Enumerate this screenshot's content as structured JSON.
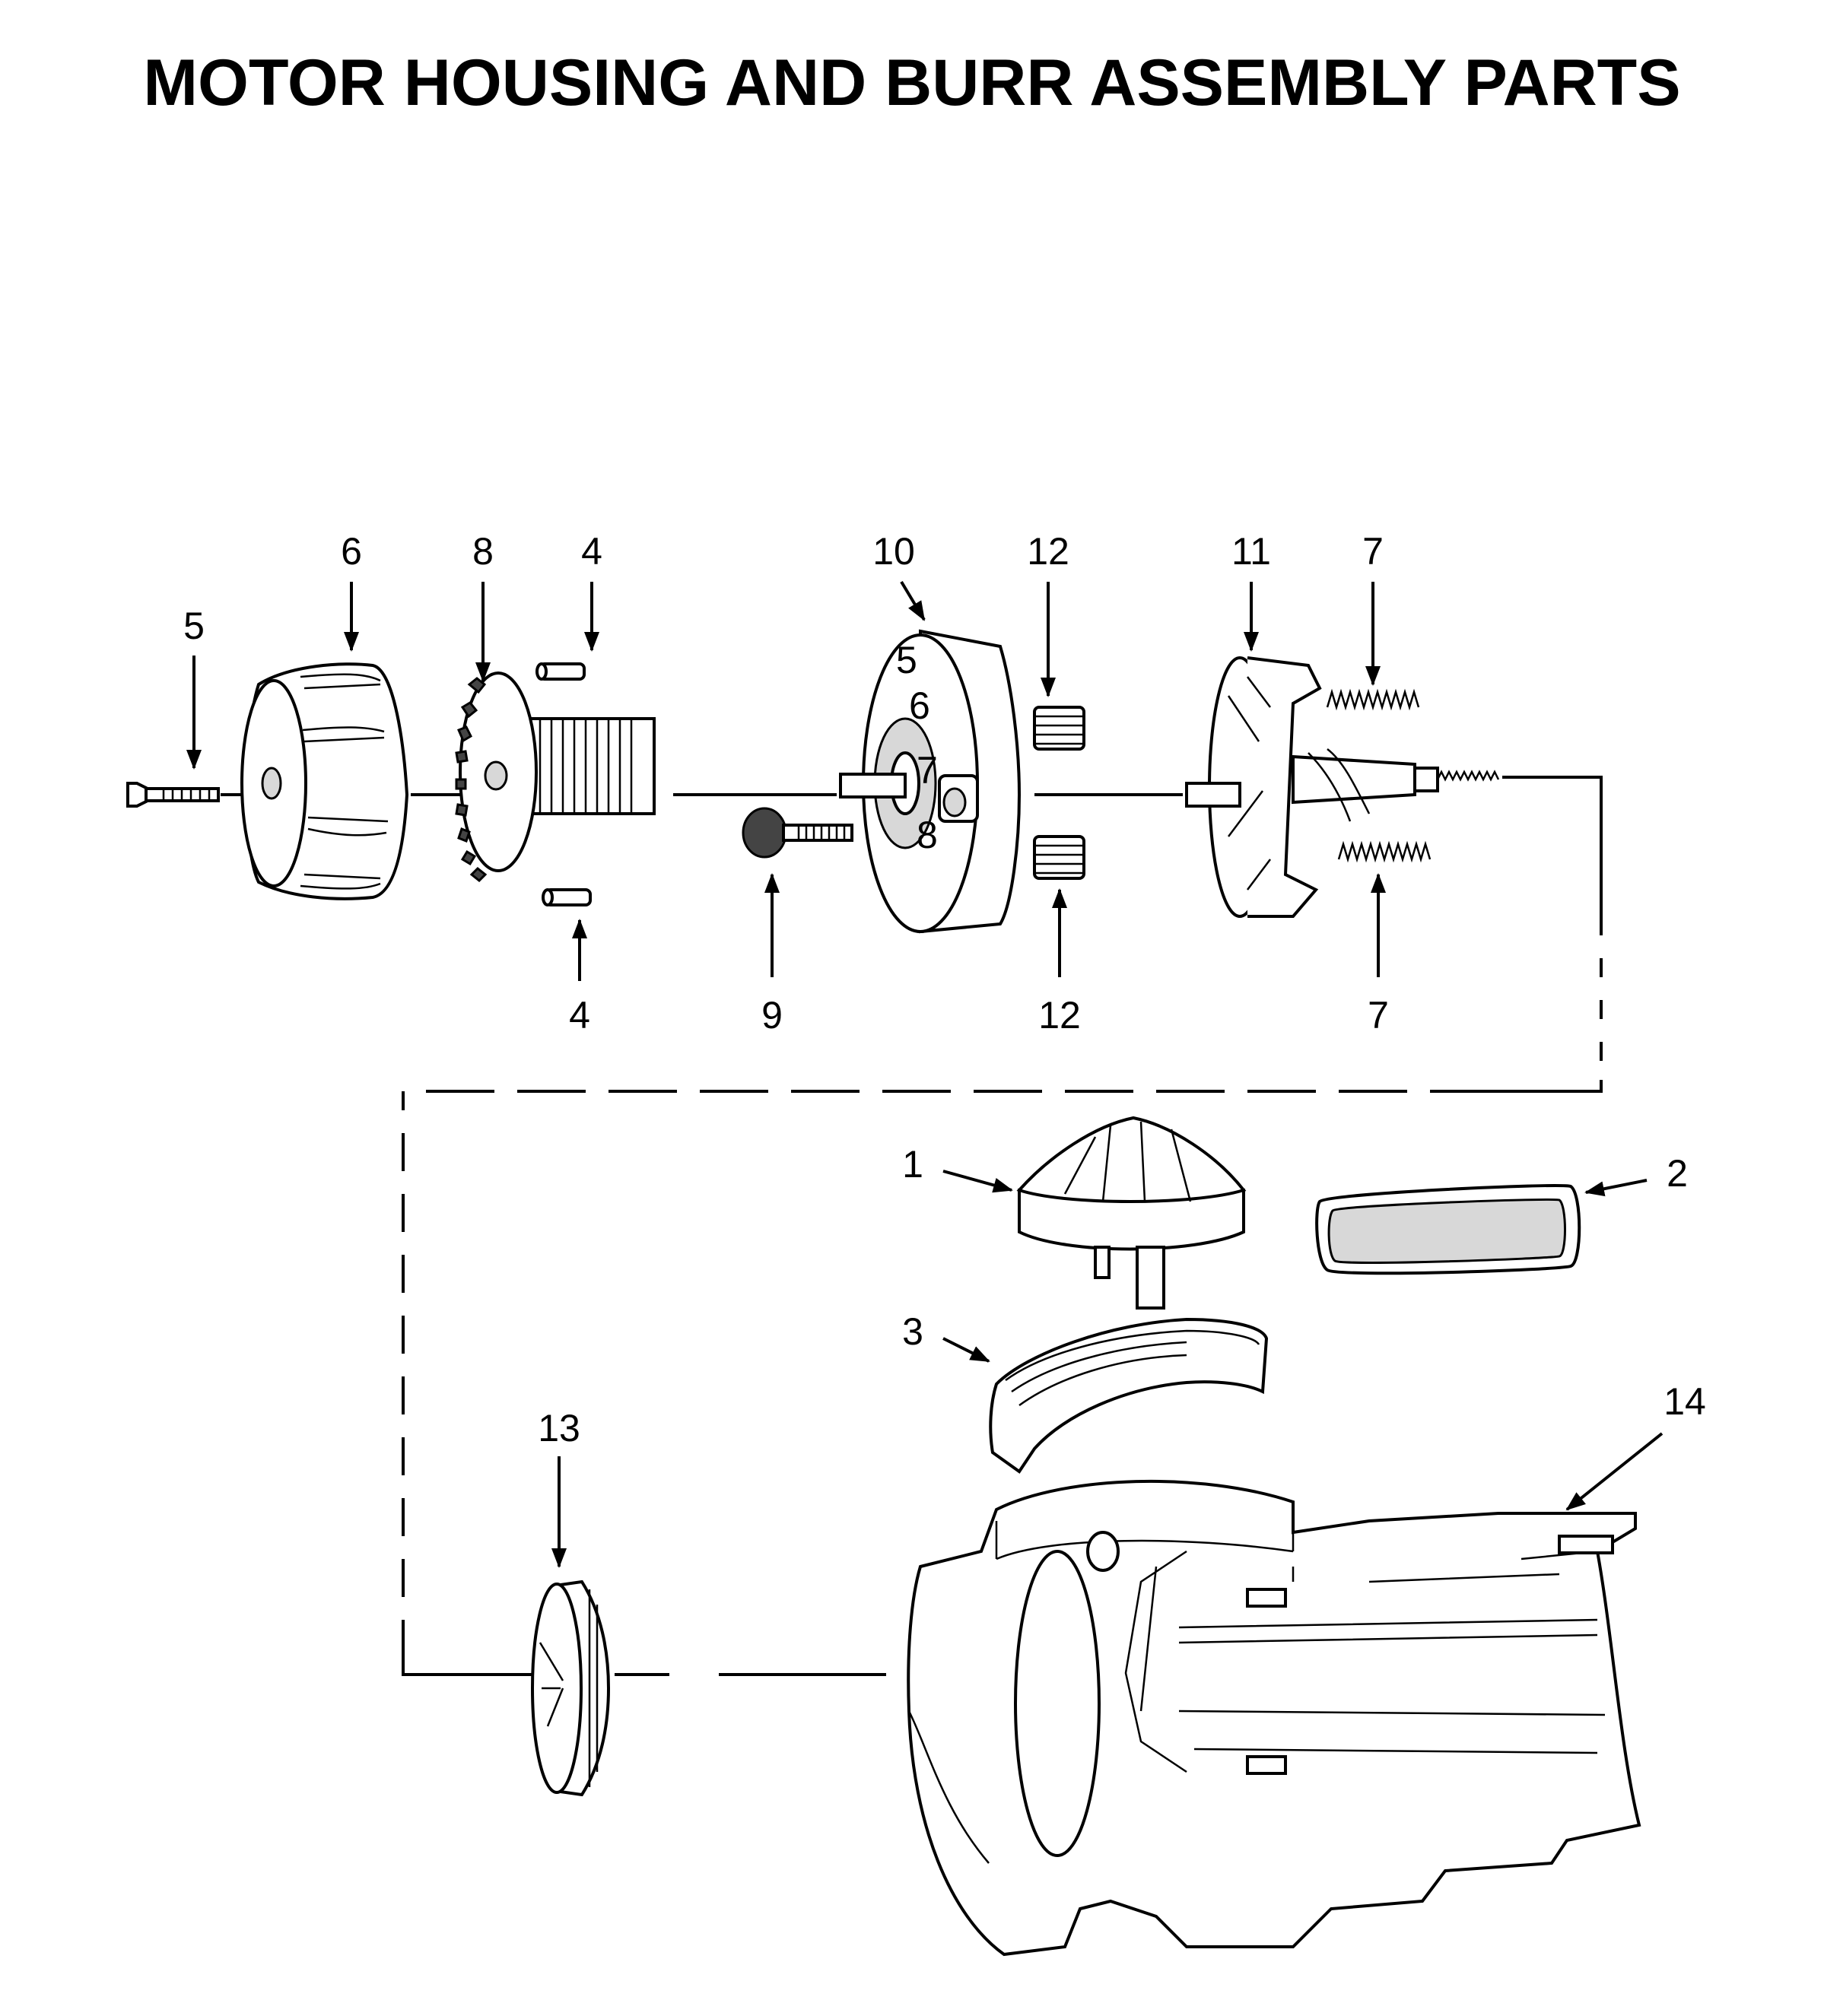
{
  "title": "MOTOR HOUSING AND BURR ASSEMBLY PARTS",
  "callouts": {
    "c1": "1",
    "c2": "2",
    "c3": "3",
    "c4_top": "4",
    "c4_bottom": "4",
    "c5": "5",
    "c6": "6",
    "c7_top": "7",
    "c7_bottom": "7",
    "c8": "8",
    "c9": "9",
    "c10": "10",
    "c11": "11",
    "c12_top": "12",
    "c12_bottom": "12",
    "c13": "13",
    "c14": "14"
  },
  "dial_numbers": [
    "5",
    "6",
    "7",
    "8"
  ]
}
